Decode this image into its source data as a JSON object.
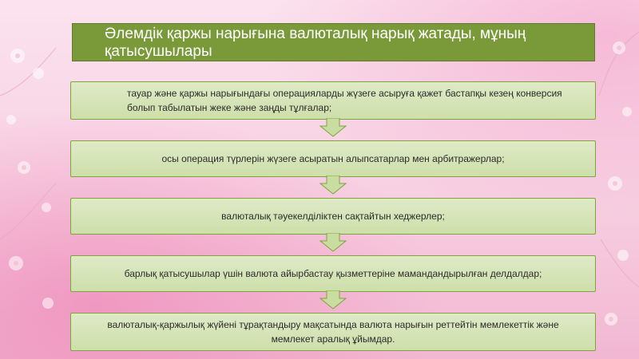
{
  "title": "Әлемдік қаржы нарығына валюталық нарық жатады, мұның қатысушылары",
  "items": [
    "тауар және қаржы нарығындағы операцияларды жүзеге асыруға қажет бастапқы кезең конверсия болып табылатын жеке және заңды тұлғалар;",
    "осы операция түрлерін жүзеге асыратын алыпсатарлар мен арбитражерлар;",
    "валюталық тәуекелділіктен сақтайтын хеджерлер;",
    "барлық қатысушылар үшін валюта айырбастау қызметтеріне мамандандырылған делдалдар;",
    "валюталық-қаржылық жүйені тұрақтандыру мақсатында валюта нарығын реттейтін мемлекеттік және мемлекет аралық ұйымдар."
  ],
  "colors": {
    "title_fill": "#7a9a3a",
    "box_fill": "#d6e4b8",
    "box_border": "#7fa33f",
    "arrow_fill": "#c9dda0"
  }
}
